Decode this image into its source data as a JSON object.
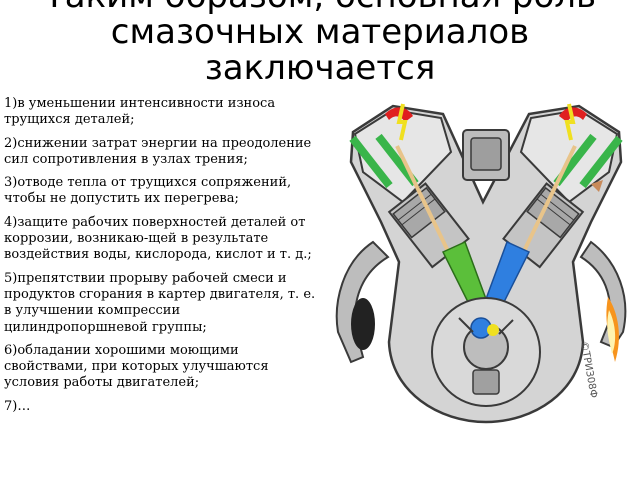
{
  "slide": {
    "title": "Таким образом, основная роль смазочных материалов заключается",
    "items": [
      "1)в уменьшении интенсивности износа трущихся деталей;",
      "2)снижении затрат энергии на преодоление сил сопротивления в узлах трения;",
      "3)отводе тепла от трущихся сопряжений, чтобы не допустить их перегрева;",
      "4)защите рабочих поверхностей деталей от коррозии, возникаю-щей в результате воздействия воды, кислорода, кислот и т. д.;",
      "5)препятствии прорыву рабочей смеси и продуктов сгорания в картер двигателя, т. е. в улучшении компрессии цилиндропоршневой группы;",
      "6)обладании хорошими моющими свойствами, при которых улучшаются условия работы двигателей;",
      "7)…"
    ],
    "image": {
      "icon": "v-engine-cutaway-icon",
      "watermark": "©ТРИЗ08Ф",
      "colors": {
        "block": "#cfcfcf",
        "outline": "#3a3a3a",
        "valve_spring": "#e02020",
        "valve": "#39b54a",
        "rod_green": "#5bbf3a",
        "rod_blue": "#2f7fe0",
        "spark": "#f0e020",
        "flame": "#f7941d",
        "exhaust": "#222222"
      }
    }
  }
}
